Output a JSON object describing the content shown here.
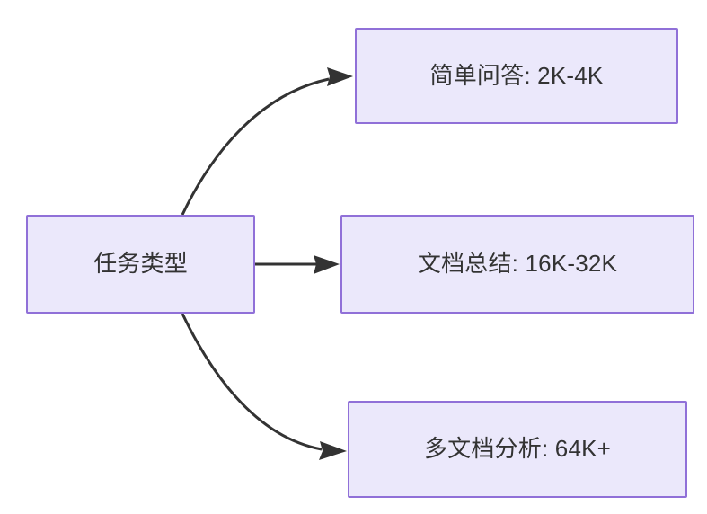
{
  "diagram": {
    "type": "flowchart",
    "direction": "left-to-right",
    "background_color": "#ffffff",
    "node_fill_color": "#ebe8fb",
    "node_border_color": "#9070d8",
    "text_color": "#333333",
    "edge_color": "#333333",
    "source": {
      "id": "task-type",
      "label": "任务类型"
    },
    "targets": [
      {
        "id": "simple-qa",
        "label": "简单问答: 2K-4K",
        "edge_style": "curved"
      },
      {
        "id": "document-summary",
        "label": "文档总结: 16K-32K",
        "edge_style": "straight"
      },
      {
        "id": "multi-document-analysis",
        "label": "多文档分析: 64K+",
        "edge_style": "curved"
      }
    ]
  }
}
